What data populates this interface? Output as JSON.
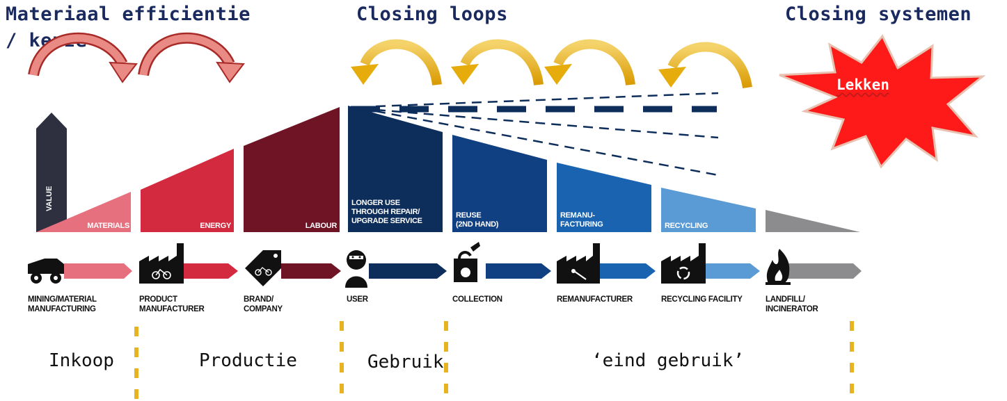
{
  "headings": {
    "material_efficiency_line1": "Materiaal efficientie",
    "material_efficiency_line2": "/ keuze",
    "closing_loops": "Closing loops",
    "closing_systems": "Closing systemen"
  },
  "leak_label": "Lekken",
  "value_axis_label": "VALUE",
  "stages": [
    {
      "label": "MATERIALS",
      "color": "#e7707f"
    },
    {
      "label": "ENERGY",
      "color": "#d42a3f"
    },
    {
      "label": "LABOUR",
      "color": "#6e1424"
    },
    {
      "label_line1": "LONGER USE",
      "label_line2": "THROUGH REPAIR/",
      "label_line3": "UPGRADE SERVICE",
      "color": "#0d2d5a"
    },
    {
      "label_line1": "REUSE",
      "label_line2": "(2ND HAND)",
      "color": "#103f82"
    },
    {
      "label_line1": "REMANU-",
      "label_line2": "FACTURING",
      "color": "#1a63b0"
    },
    {
      "label": "RECYCLING",
      "color": "#5b9bd5"
    },
    {
      "label": "",
      "color": "#8c8c8e"
    }
  ],
  "actors": [
    {
      "line1": "MINING/MATERIAL",
      "line2": "MANUFACTURING",
      "icon": "mining-truck-icon"
    },
    {
      "line1": "PRODUCT",
      "line2": "MANUFACTURER",
      "icon": "factory-bicycle-icon"
    },
    {
      "line1": "BRAND/",
      "line2": "COMPANY",
      "icon": "price-tag-bicycle-icon"
    },
    {
      "line1": "USER",
      "line2": "",
      "icon": "user-icon"
    },
    {
      "line1": "COLLECTION",
      "line2": "",
      "icon": "collection-bin-icon"
    },
    {
      "line1": "REMANUFACTURER",
      "line2": "",
      "icon": "factory-tools-icon"
    },
    {
      "line1": "RECYCLING FACILITY",
      "line2": "",
      "icon": "factory-recycle-icon"
    },
    {
      "line1": "LANDFILL/",
      "line2": "INCINERATOR",
      "icon": "fire-icon"
    }
  ],
  "phases": {
    "inkoop": "Inkoop",
    "productie": "Productie",
    "gebruik": "Gebruik",
    "eind_gebruik": "‘eind gebruik’"
  },
  "colors": {
    "heading": "#1a2a5e",
    "efficiency_arrow": "#d9534f",
    "loop_arrow": "#e6ac0c",
    "leak_star": "#ff1a1a",
    "divider": "#e6b422",
    "dash_line": "#0d2d5a"
  }
}
